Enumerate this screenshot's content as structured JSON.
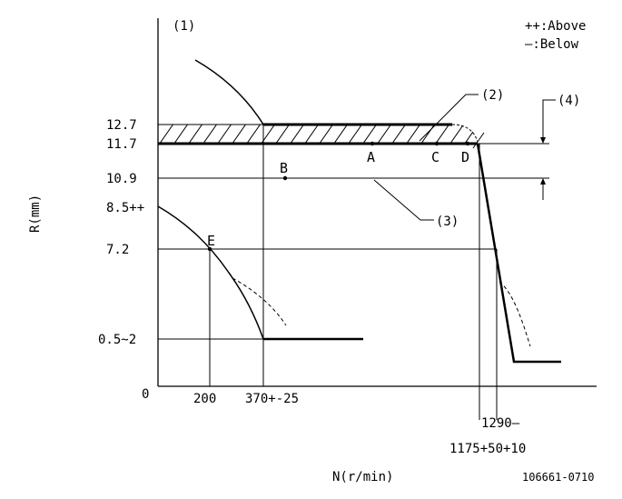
{
  "figure_id": "106661-0710",
  "legend": {
    "above": "++:Above",
    "below": "—:Below"
  },
  "markers": {
    "m1": "(1)",
    "m2": "(2)",
    "m3": "(3)",
    "m4": "(4)"
  },
  "axes": {
    "y_label": "R(mm)",
    "x_label": "N(r/min)",
    "origin": "0",
    "y_ticks": [
      "12.7",
      "11.7",
      "10.9",
      "8.5++",
      "7.2",
      "0.5~2"
    ],
    "x_ticks": [
      "200",
      "370+-25"
    ],
    "x_ticks_lower": {
      "t1290": "1290—",
      "t1175": "1175+50+10"
    }
  },
  "points": {
    "A": "A",
    "B": "B",
    "C": "C",
    "D": "D",
    "E": "E"
  }
}
